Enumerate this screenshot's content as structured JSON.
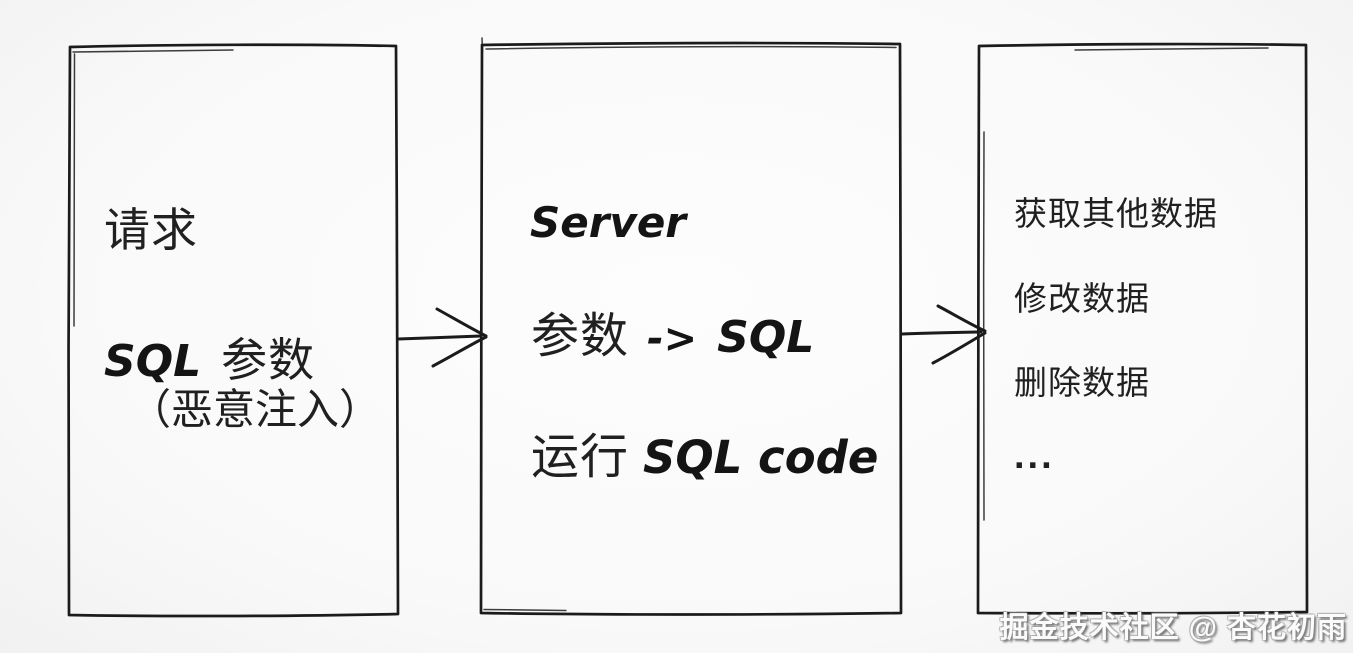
{
  "canvas": {
    "background": "#f9f9f9",
    "ink": "#1b1b1b"
  },
  "left_box": {
    "line1": "请求",
    "line2_sql": "SQL",
    "line2_cn": "参数",
    "line3": "（恶意注入）"
  },
  "middle_box": {
    "line1": "Server",
    "line2_cn": "参数",
    "line2_arrow": "->",
    "line2_sql": "SQL",
    "line3_cn": "运行",
    "line3_code": "SQL code"
  },
  "right_box": {
    "items": [
      "获取其他数据",
      "修改数据",
      "删除数据",
      "..."
    ]
  },
  "icons": {
    "arrow_request_to_server": "right-arrow",
    "arrow_server_to_data": "right-arrow"
  },
  "watermark": "掘金技术社区 @ 杏花初雨"
}
